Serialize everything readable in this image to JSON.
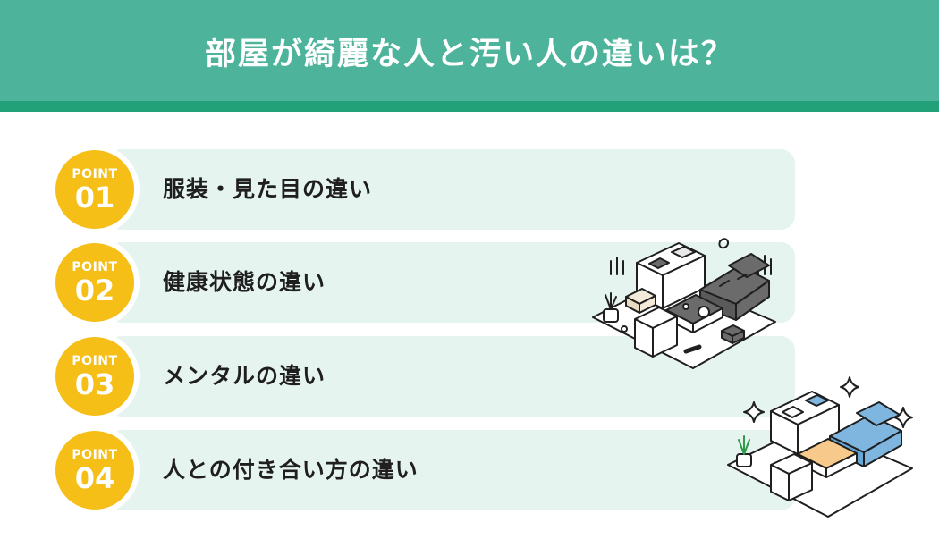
{
  "header": {
    "title": "部屋が綺麗な人と汚い人の違いは？"
  },
  "points": [
    {
      "label": "POINT",
      "number": "01",
      "text": "服装・見た目の違い"
    },
    {
      "label": "POINT",
      "number": "02",
      "text": "健康状態の違い"
    },
    {
      "label": "POINT",
      "number": "03",
      "text": "メンタルの違い"
    },
    {
      "label": "POINT",
      "number": "04",
      "text": "人との付き合い方の違い"
    }
  ],
  "colors": {
    "header": "#4db39a",
    "header_stripe": "#22a078",
    "badge": "#f5bf18",
    "row_background": "#e6f4ef",
    "sofa_messy": "#6b6b6b",
    "sofa_clean": "#7fb6e0",
    "table_clean": "#f7c98a"
  },
  "illustrations": [
    {
      "name": "messy-room",
      "icon": "messy-room-illustration"
    },
    {
      "name": "clean-room",
      "icon": "clean-room-illustration"
    }
  ]
}
